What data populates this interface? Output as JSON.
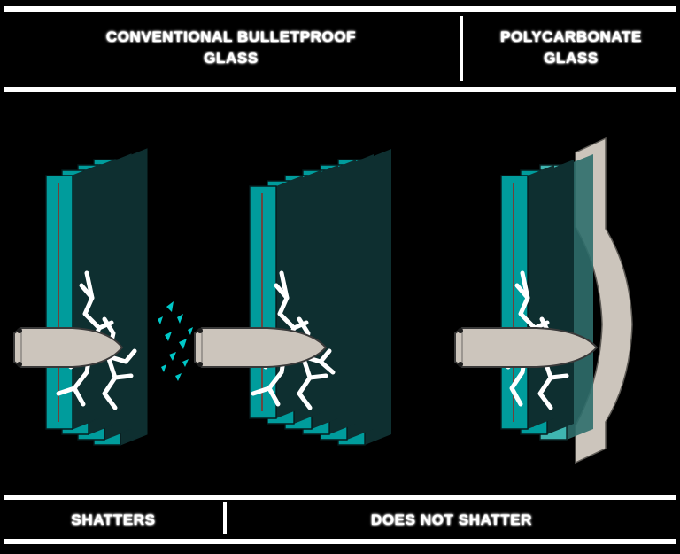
{
  "figure": {
    "title_left_line1": "CONVENTIONAL BULLETPROOF",
    "title_left_line2": "GLASS",
    "title_right_line1": "POLYCARBONATE",
    "title_right_line2": "GLASS",
    "result_left": "SHATTERS",
    "result_right": "DOES NOT SHATTER"
  },
  "colors": {
    "background": "#000000",
    "rule": "#ffffff",
    "glass_teal": "#009C9C",
    "glass_teal_light": "#3FB5B0",
    "glass_edge_dark": "#0E2F30",
    "interlayer_red": "#8B2B22",
    "polycarbonate_beige": "#CCC5BC",
    "bullet_body": "#CCC5BC",
    "bullet_outline": "#3A3A3A",
    "crack_white": "#ffffff",
    "fragment_cyan": "#00C8C8",
    "text": "#ffffff"
  },
  "scenes": [
    {
      "id": "scene-conventional-thin",
      "name": "conventional-bulletproof-glass-thin-stack",
      "layer_count": 4,
      "outcome": "penetrated-and-shattered",
      "bullet_state": "passes-through",
      "has_spall_fragments": true,
      "has_backing_layer": false
    },
    {
      "id": "scene-conventional-thick",
      "name": "conventional-bulletproof-glass-thick-stack",
      "layer_count": 6,
      "outcome": "shattered-bullet-lodged",
      "bullet_state": "lodged-in-stack",
      "has_spall_fragments": false,
      "has_backing_layer": false
    },
    {
      "id": "scene-polycarbonate",
      "name": "polycarbonate-glass-stack",
      "layer_count": 3,
      "outcome": "stopped-no-shatter",
      "bullet_state": "stopped-backing-bulges",
      "has_spall_fragments": false,
      "has_backing_layer": true
    }
  ]
}
